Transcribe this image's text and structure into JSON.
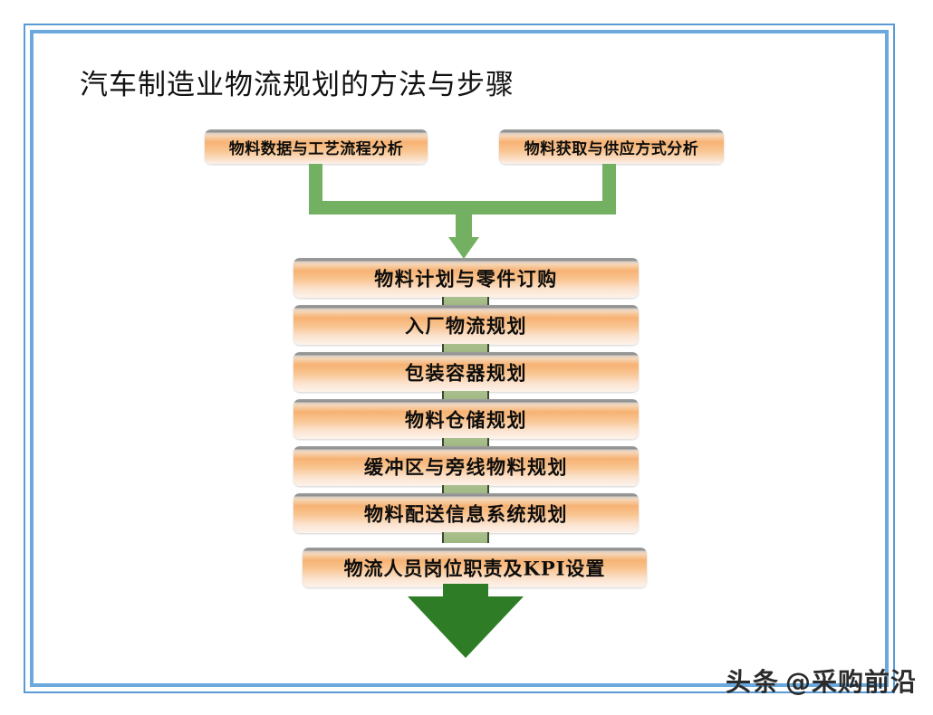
{
  "slide": {
    "title": "汽车制造业物流规划的方法与步骤",
    "frame_color": "#5b9bd5",
    "background": "#ffffff"
  },
  "diagram": {
    "type": "flowchart",
    "box_accent": "#f7b273",
    "connector_color": "#74b061",
    "final_arrow_color": "#2e7d26",
    "inputs": [
      {
        "id": "input-left",
        "label": "物料数据与工艺流程分析"
      },
      {
        "id": "input-right",
        "label": "物料获取与供应方式分析"
      }
    ],
    "steps": [
      {
        "id": "step-1",
        "label": "物料计划与零件订购"
      },
      {
        "id": "step-2",
        "label": "入厂物流规划"
      },
      {
        "id": "step-3",
        "label": "包装容器规划"
      },
      {
        "id": "step-4",
        "label": "物料仓储规划"
      },
      {
        "id": "step-5",
        "label": "缓冲区与旁线物料规划"
      },
      {
        "id": "step-6",
        "label": "物料配送信息系统规划"
      }
    ],
    "final_step": {
      "id": "step-final",
      "label": "物流人员岗位职责及KPI设置"
    }
  },
  "watermark": {
    "brand": "头条",
    "handle": "@采购前沿"
  }
}
